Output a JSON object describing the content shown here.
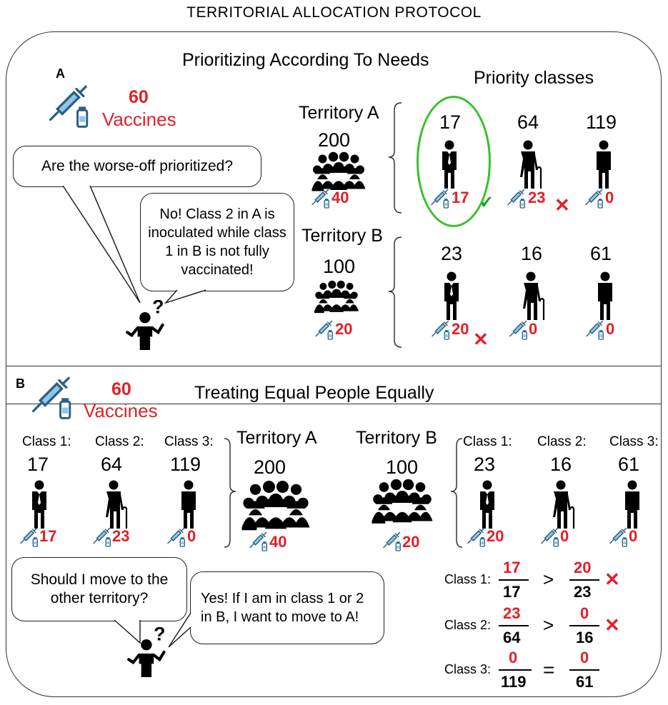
{
  "title": "TERRITORIAL ALLOCATION PROTOCOL",
  "colors": {
    "accent_red": "#e21f26",
    "check_green": "#1f9d2a",
    "highlight_green": "#36c22a"
  },
  "panelA": {
    "letter": "A",
    "heading": "Prioritizing According To Needs",
    "priority_heading": "Priority classes",
    "vaccines_count": "60",
    "vaccines_label": "Vaccines",
    "question": "Are the worse-off prioritized?",
    "answer": "No! Class 2 in A is inoculated while class 1 in B is not fully vaccinated!",
    "territories": [
      {
        "name": "Territory A",
        "population": "200",
        "allocated": "40",
        "classes": [
          {
            "count": "17",
            "vaccines": "17"
          },
          {
            "count": "64",
            "vaccines": "23"
          },
          {
            "count": "119",
            "vaccines": "0"
          }
        ]
      },
      {
        "name": "Territory B",
        "population": "100",
        "allocated": "20",
        "classes": [
          {
            "count": "23",
            "vaccines": "20"
          },
          {
            "count": "16",
            "vaccines": "0"
          },
          {
            "count": "61",
            "vaccines": "0"
          }
        ]
      }
    ]
  },
  "panelB": {
    "letter": "B",
    "heading": "Treating Equal People Equally",
    "vaccines_count": "60",
    "vaccines_label": "Vaccines",
    "class_labels": [
      "Class 1:",
      "Class 2:",
      "Class 3:"
    ],
    "territoryA": {
      "name": "Territory A",
      "population": "200",
      "allocated": "40",
      "classes": [
        {
          "count": "17",
          "vaccines": "17"
        },
        {
          "count": "64",
          "vaccines": "23"
        },
        {
          "count": "119",
          "vaccines": "0"
        }
      ]
    },
    "territoryB": {
      "name": "Territory B",
      "population": "100",
      "allocated": "20",
      "classes": [
        {
          "count": "23",
          "vaccines": "20"
        },
        {
          "count": "16",
          "vaccines": "0"
        },
        {
          "count": "61",
          "vaccines": "0"
        }
      ]
    },
    "question": "Should I move to the other territory?",
    "answer": "Yes!  If I am in class 1 or 2 in B, I want to move to A!",
    "comparisons": [
      {
        "label": "Class 1:",
        "a_num": "17",
        "a_den": "17",
        "op": ">",
        "b_num": "20",
        "b_den": "23"
      },
      {
        "label": "Class 2:",
        "a_num": "23",
        "a_den": "64",
        "op": ">",
        "b_num": "0",
        "b_den": "16"
      },
      {
        "label": "Class 3:",
        "a_num": "0",
        "a_den": "119",
        "op": "=",
        "b_num": "0",
        "b_den": "61"
      }
    ]
  }
}
